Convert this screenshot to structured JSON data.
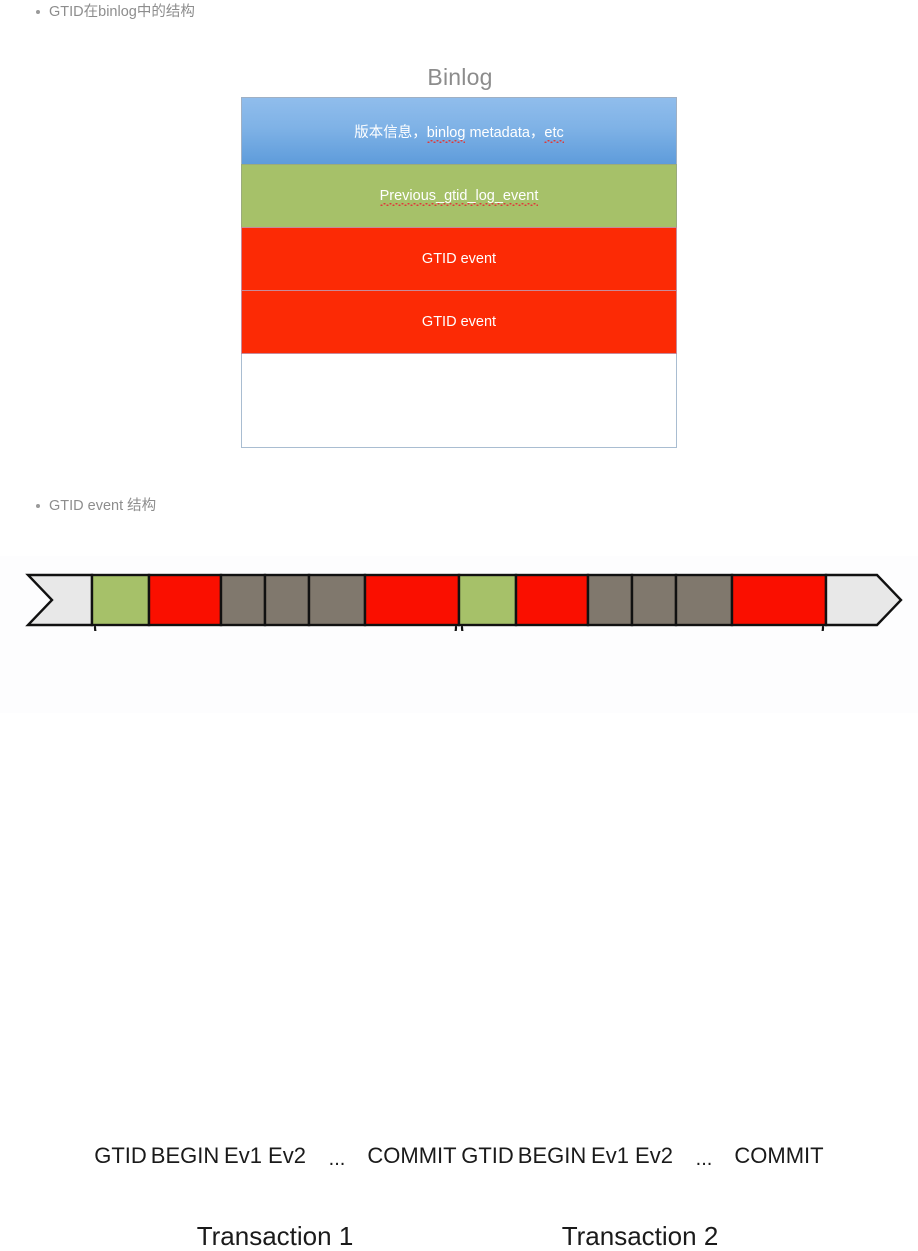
{
  "bullets": [
    {
      "text": "GTID在binlog中的结构"
    },
    {
      "text": "GTID event 结构"
    }
  ],
  "binlog_figure": {
    "title": "Binlog",
    "bands": [
      {
        "id": "version-info",
        "color": "#7fb2e6",
        "text_parts": [
          "版本信息，",
          "binlog",
          " metadata，",
          "etc"
        ]
      },
      {
        "id": "previous-gtid-log-event",
        "color": "#a6c169",
        "text": "Previous_gtid_log_event"
      },
      {
        "id": "gtid-event-1",
        "color": "#fc2a05",
        "text": "GTID event"
      },
      {
        "id": "gtid-event-2",
        "color": "#fc2a05",
        "text": "GTID event"
      },
      {
        "id": "empty-area",
        "color": "#ffffff",
        "text": ""
      }
    ],
    "band_text_0_a": "版本信息，",
    "band_text_0_b": "binlog",
    "band_text_0_c": " metadata，",
    "band_text_0_d": "etc",
    "band_text_1": "Previous_gtid_log_event",
    "band_text_2": "GTID event",
    "band_text_3": "GTID event"
  },
  "transaction_figure": {
    "cells": [
      {
        "label": "",
        "fill": "#e8e8e8",
        "kind": "start-notch"
      },
      {
        "label": "GTID",
        "fill": "#a6c169"
      },
      {
        "label": "BEGIN",
        "fill": "#fa0f00"
      },
      {
        "label": "Ev1",
        "fill": "#80786d"
      },
      {
        "label": "Ev2",
        "fill": "#80786d"
      },
      {
        "label": "...",
        "fill": "#80786d"
      },
      {
        "label": "COMMIT",
        "fill": "#fa0f00"
      },
      {
        "label": "GTID",
        "fill": "#a6c169"
      },
      {
        "label": "BEGIN",
        "fill": "#fa0f00"
      },
      {
        "label": "Ev1",
        "fill": "#80786d"
      },
      {
        "label": "Ev2",
        "fill": "#80786d"
      },
      {
        "label": "...",
        "fill": "#80786d"
      },
      {
        "label": "COMMIT",
        "fill": "#fa0f00"
      },
      {
        "label": "",
        "fill": "#e8e8e8",
        "kind": "end-arrow"
      }
    ],
    "cell_0_label": "GTID",
    "cell_1_label": "BEGIN",
    "cell_2_label": "Ev1",
    "cell_3_label": "Ev2",
    "cell_4_label": "...",
    "cell_5_label": "COMMIT",
    "cell_6_label": "GTID",
    "cell_7_label": "BEGIN",
    "cell_8_label": "Ev1",
    "cell_9_label": "Ev2",
    "cell_10_label": "...",
    "cell_11_label": "COMMIT",
    "brace_label_1": "Transaction 1",
    "brace_label_2": "Transaction 2"
  },
  "colors": {
    "blue_band": "#7fb2e6",
    "green_band": "#a6c169",
    "red_band": "#fc2a05",
    "brown_cell": "#80786d",
    "gray_cell": "#e8e8e8",
    "bullet_text": "#8d8d8d",
    "title_text": "#8c8c8c",
    "spell_underline": "#e03a3a"
  }
}
